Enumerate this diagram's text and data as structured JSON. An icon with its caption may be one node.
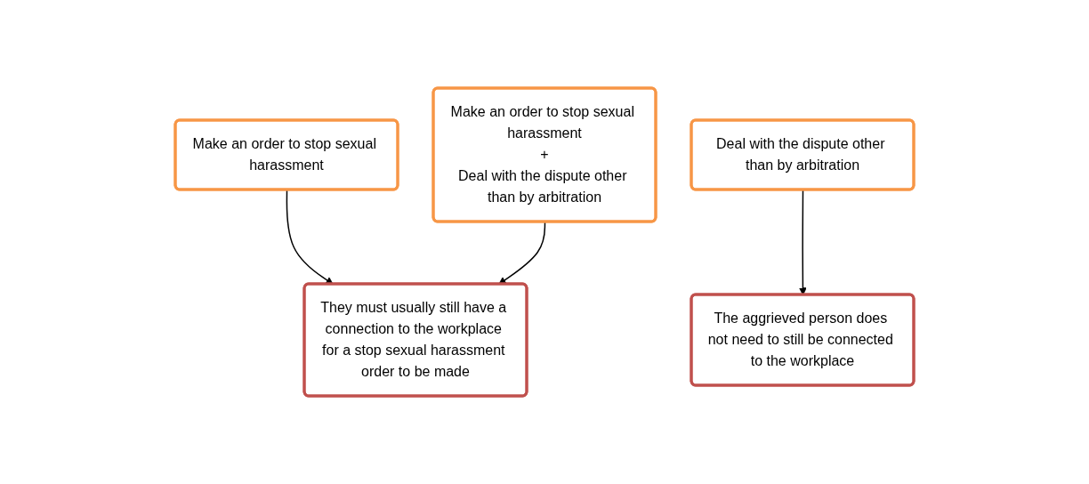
{
  "diagram": {
    "nodes": [
      {
        "text": [
          "Make an order to stop sexual harassment"
        ]
      },
      {
        "text": [
          "Make an order to stop sexual harassment",
          "+",
          "Deal with the dispute other than by arbitration"
        ]
      },
      {
        "text": [
          "Deal with the dispute other than by arbitration"
        ]
      },
      {
        "text": [
          "They must usually still have a connection to the workplace for a stop sexual harassment order to be made"
        ]
      },
      {
        "text": [
          "The aggrieved person does not need to still be connected to the workplace"
        ]
      }
    ],
    "edges": [
      {
        "from": 0,
        "to": 3,
        "arrow": "to"
      },
      {
        "from": 1,
        "to": 3,
        "arrow": "to"
      },
      {
        "from": 2,
        "to": 4,
        "arrow": "to"
      }
    ]
  }
}
